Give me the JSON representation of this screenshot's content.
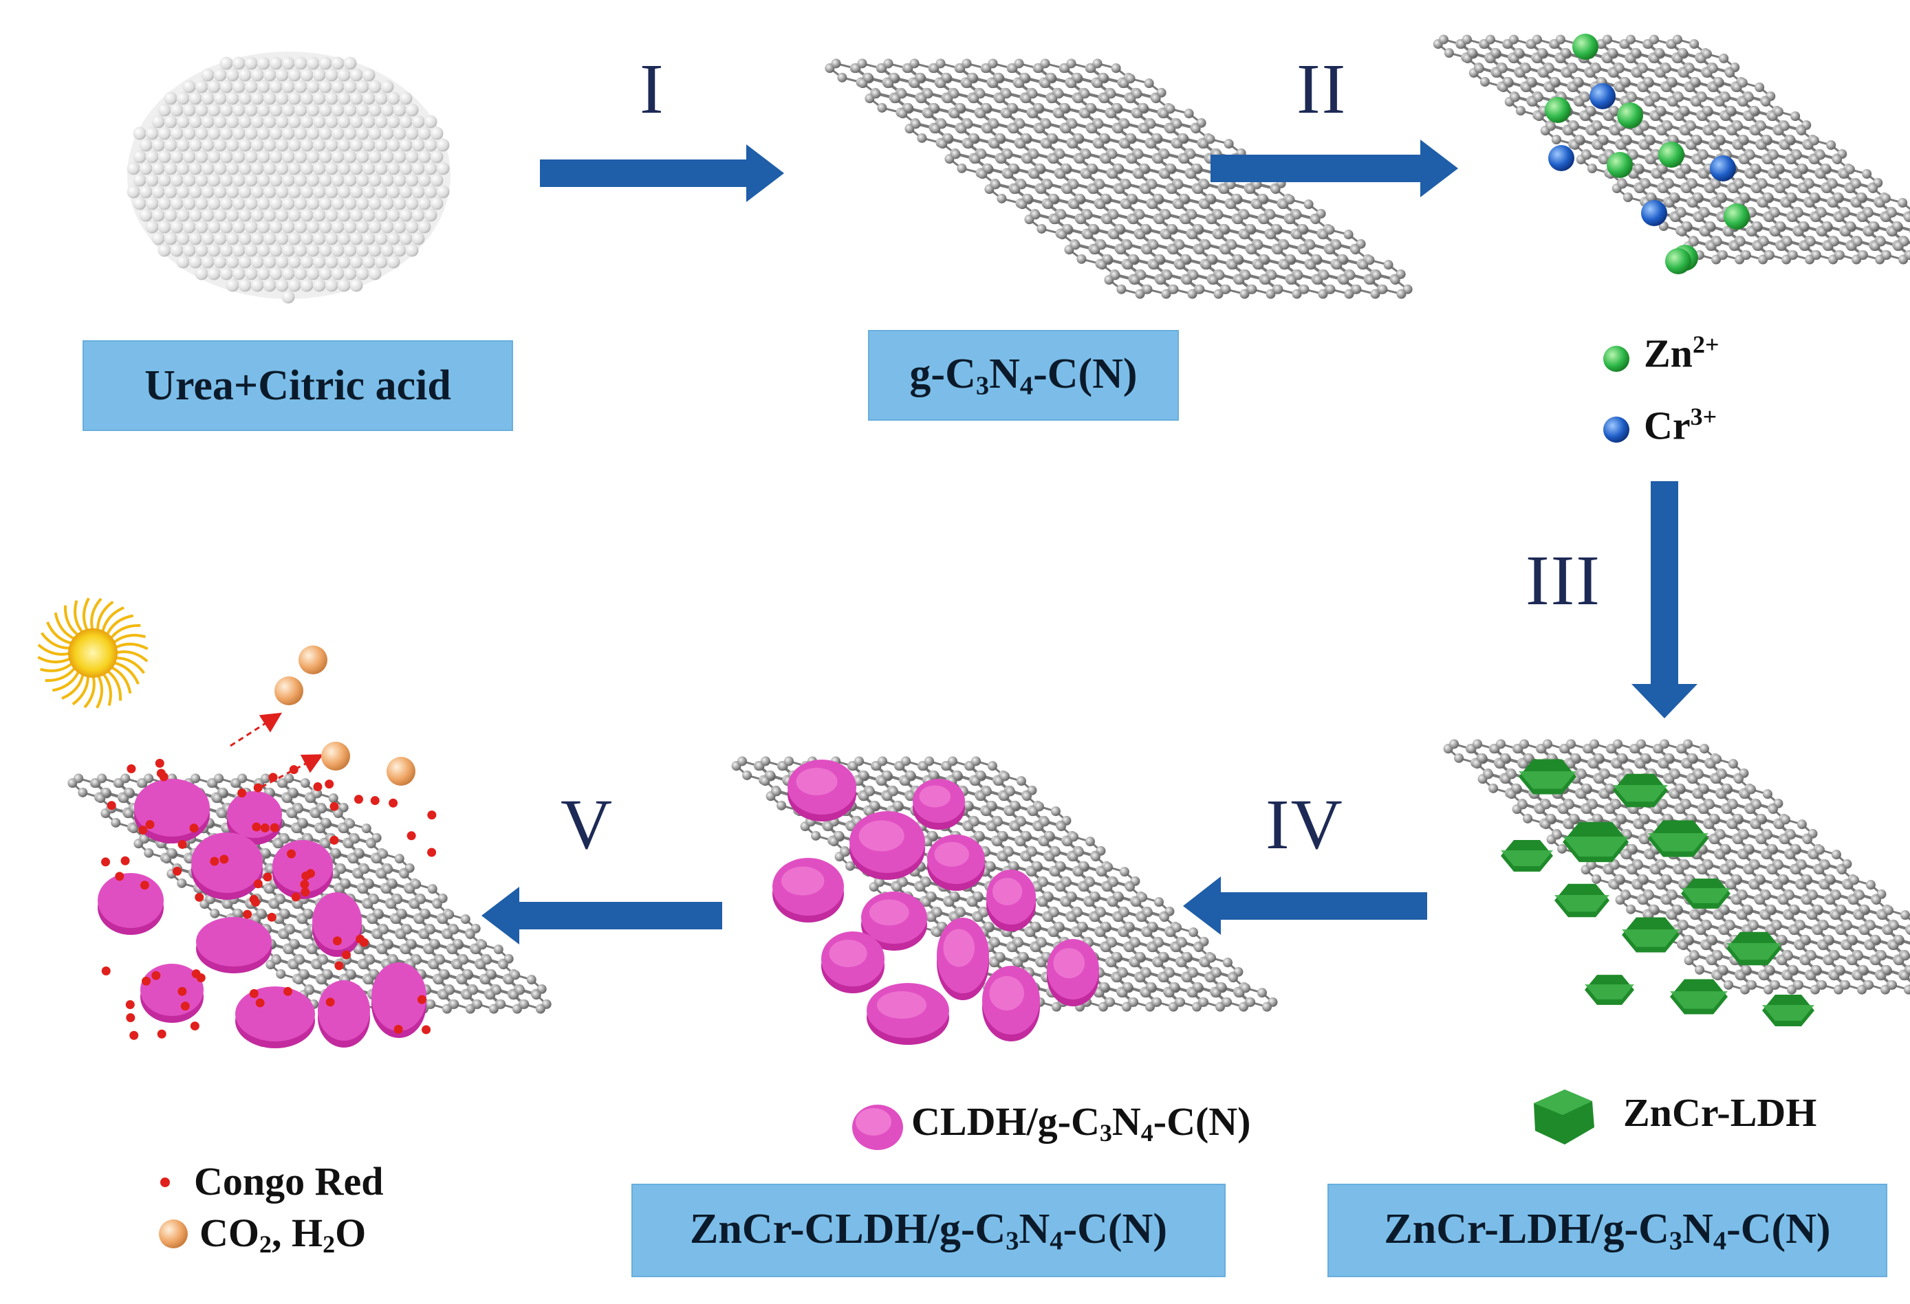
{
  "figure": {
    "steps": [
      "I",
      "II",
      "III",
      "IV",
      "V"
    ],
    "stages": [
      {
        "name": "Urea+Citric acid",
        "text": "Urea+Citric acid"
      },
      {
        "name": "g-C3N4-C(N)",
        "pre": "g-C",
        "sub1": "3",
        "mid": "N",
        "sub2": "4",
        "post": "-C(N)"
      },
      {
        "name": "ZnCr-LDH/g-C3N4-C(N)",
        "pre": "ZnCr-LDH/g-C",
        "sub1": "3",
        "mid": "N",
        "sub2": "4",
        "post": "-C(N)"
      },
      {
        "name": "ZnCr-CLDH/g-C3N4-C(N)",
        "pre": "ZnCr-CLDH/g-C",
        "sub1": "3",
        "mid": "N",
        "sub2": "4",
        "post": "-C(N)"
      }
    ],
    "legend": {
      "zn": {
        "base": "Zn",
        "sup": "2+",
        "color": "#2fb84a"
      },
      "cr": {
        "base": "Cr",
        "sup": "3+",
        "color": "#1f5fc8"
      },
      "ldh": {
        "text": "ZnCr-LDH",
        "color": "#1f8a2a"
      },
      "cldh": {
        "pre": "CLDH/g-C",
        "sub1": "3",
        "mid": "N",
        "sub2": "4",
        "post": "-C(N)",
        "color": "#e04fc2"
      },
      "congo": {
        "text": "Congo Red",
        "color": "#e0201c"
      },
      "products": {
        "pre": "CO",
        "sub1": "2",
        "mid": ", H",
        "sub2": "2",
        "post": "O",
        "color": "#f0a868"
      }
    },
    "colors": {
      "arrow": "#1f5ea8",
      "box": "#7bbde8",
      "sheet_atom": "#9a9a9a",
      "sun": "#f7c51a"
    }
  }
}
